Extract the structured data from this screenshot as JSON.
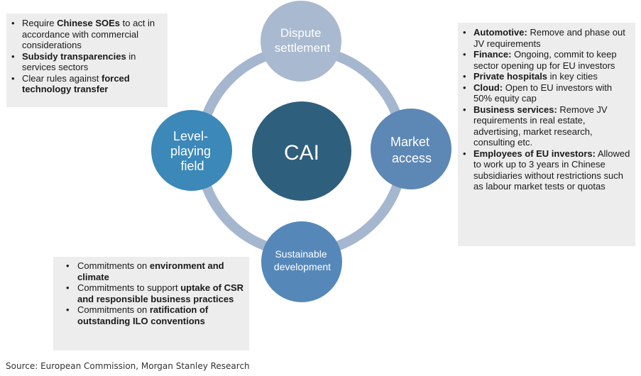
{
  "diagram": {
    "center": "CAI",
    "nodes": {
      "top": [
        "Dispute",
        "settlement"
      ],
      "right": [
        "Market",
        "access"
      ],
      "bottom": [
        "Sustainable",
        "development"
      ],
      "left": [
        "Level-",
        "playing",
        "field"
      ]
    },
    "colors": {
      "ring": "#a5b7cf",
      "center": "#2e5f7d",
      "top": "#a8b9d0",
      "right": "#5d87b4",
      "bottom": "#5588b9",
      "left": "#3b88b9"
    }
  },
  "box_top_left": {
    "items": [
      [
        {
          "t": "Require "
        },
        {
          "t": "Chinese SOEs",
          "b": true
        },
        {
          "t": " to act in accordance with commercial considerations"
        }
      ],
      [
        {
          "t": "Subsidy transparencies",
          "b": true
        },
        {
          "t": " in services sectors"
        }
      ],
      [
        {
          "t": "Clear rules against "
        },
        {
          "t": "forced technology transfer",
          "b": true
        }
      ]
    ]
  },
  "box_right": {
    "items": [
      [
        {
          "t": "Automotive:",
          "b": true
        },
        {
          "t": " Remove and phase out JV requirements"
        }
      ],
      [
        {
          "t": "Finance:",
          "b": true
        },
        {
          "t": " Ongoing, commit to keep sector opening up for EU investors"
        }
      ],
      [
        {
          "t": "Private hospitals",
          "b": true
        },
        {
          "t": " in key cities"
        }
      ],
      [
        {
          "t": "Cloud:",
          "b": true
        },
        {
          "t": " Open to EU investors with 50% equity cap"
        }
      ],
      [
        {
          "t": "Business services:",
          "b": true
        },
        {
          "t": " Remove JV requirements in real estate, advertising, market research, consulting etc."
        }
      ],
      [
        {
          "t": "Employees of EU investors:",
          "b": true
        },
        {
          "t": " Allowed to work up to 3 years in Chinese subsidiaries without restrictions such as labour market tests or quotas"
        }
      ]
    ]
  },
  "box_bottom_left": {
    "items": [
      [
        {
          "t": "Commitments on "
        },
        {
          "t": "environment and climate",
          "b": true
        }
      ],
      [
        {
          "t": "Commitments to support "
        },
        {
          "t": "uptake of CSR and responsible business practices",
          "b": true
        }
      ],
      [
        {
          "t": "Commitments on "
        },
        {
          "t": "ratification of outstanding ILO conventions",
          "b": true
        }
      ]
    ]
  },
  "source": "Source: European Commission, Morgan Stanley Research"
}
